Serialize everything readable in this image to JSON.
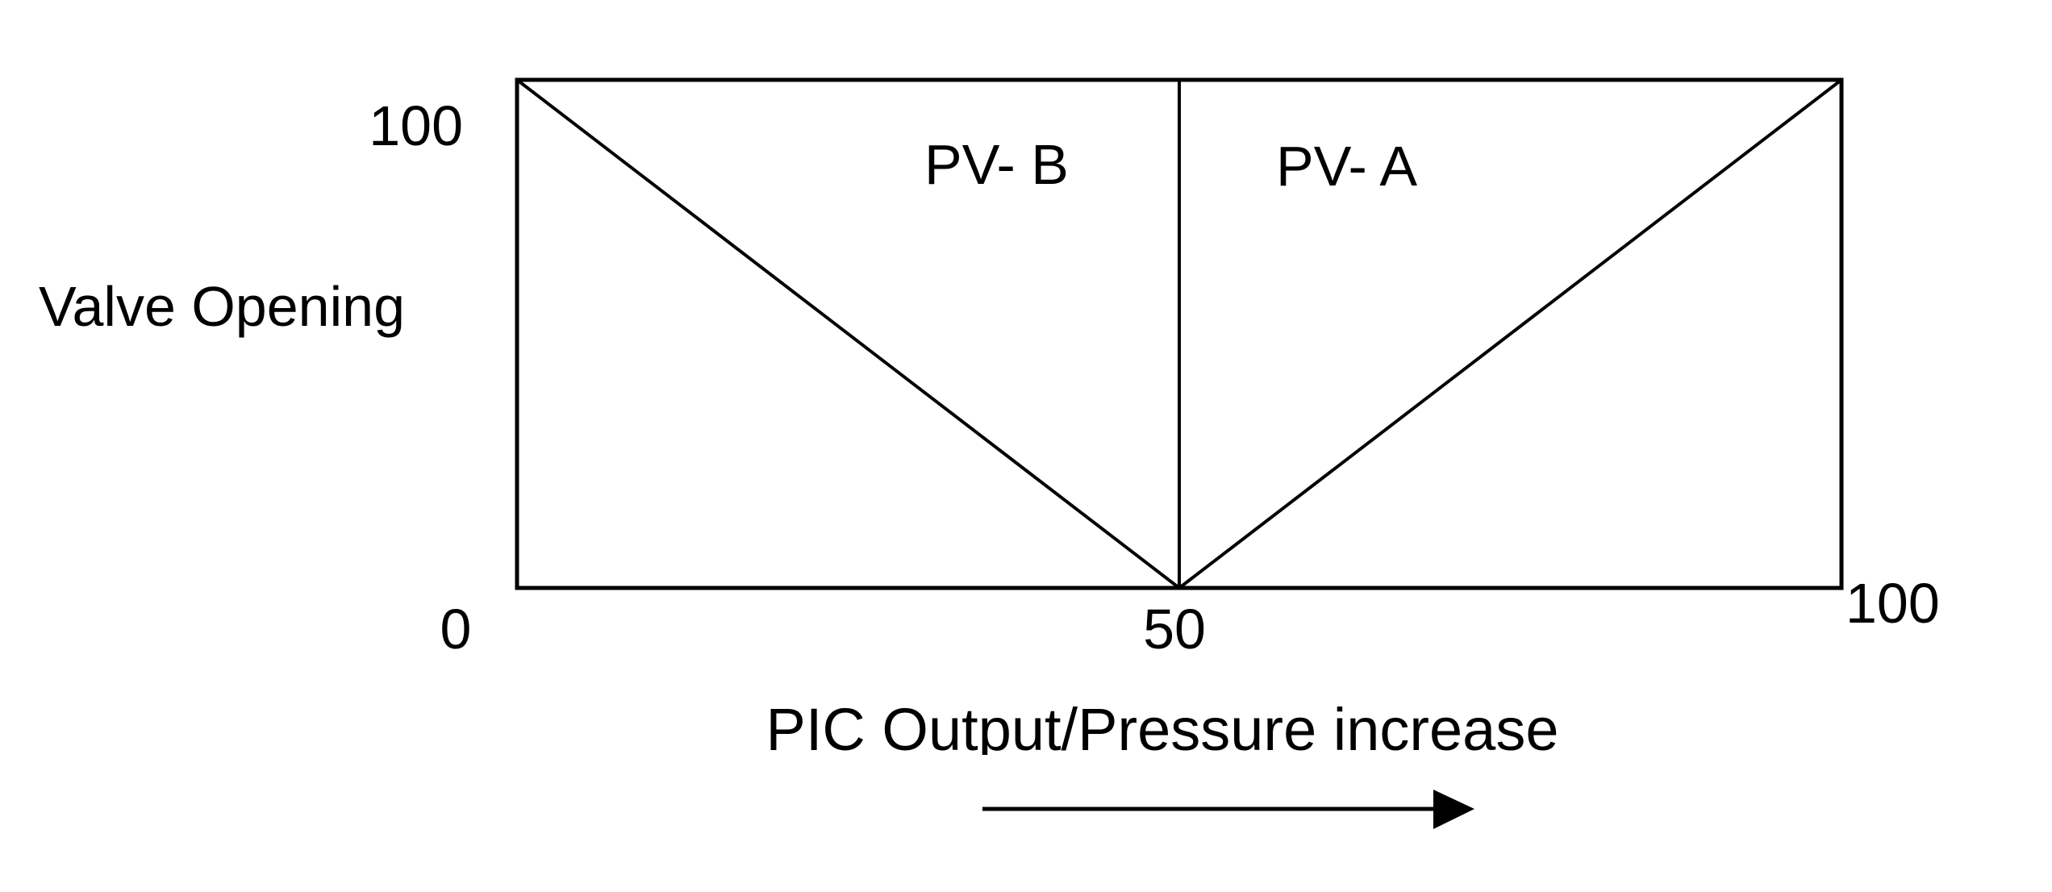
{
  "chart_data": {
    "type": "line",
    "title": "",
    "xlabel": "PIC Output/Pressure increase",
    "ylabel": "Valve Opening",
    "xlim": [
      0,
      100
    ],
    "ylim": [
      0,
      100
    ],
    "x_ticks": [
      "0",
      "50",
      "100"
    ],
    "y_ticks": [
      "100"
    ],
    "grid": false,
    "series": [
      {
        "name": "PV- B",
        "x": [
          0,
          50
        ],
        "y": [
          100,
          0
        ]
      },
      {
        "name": "PV- A",
        "x": [
          50,
          100
        ],
        "y": [
          0,
          100
        ]
      }
    ],
    "divider_x": 50,
    "arrow_direction": "right",
    "colors": {
      "line": "#000000",
      "background": "#ffffff"
    }
  }
}
